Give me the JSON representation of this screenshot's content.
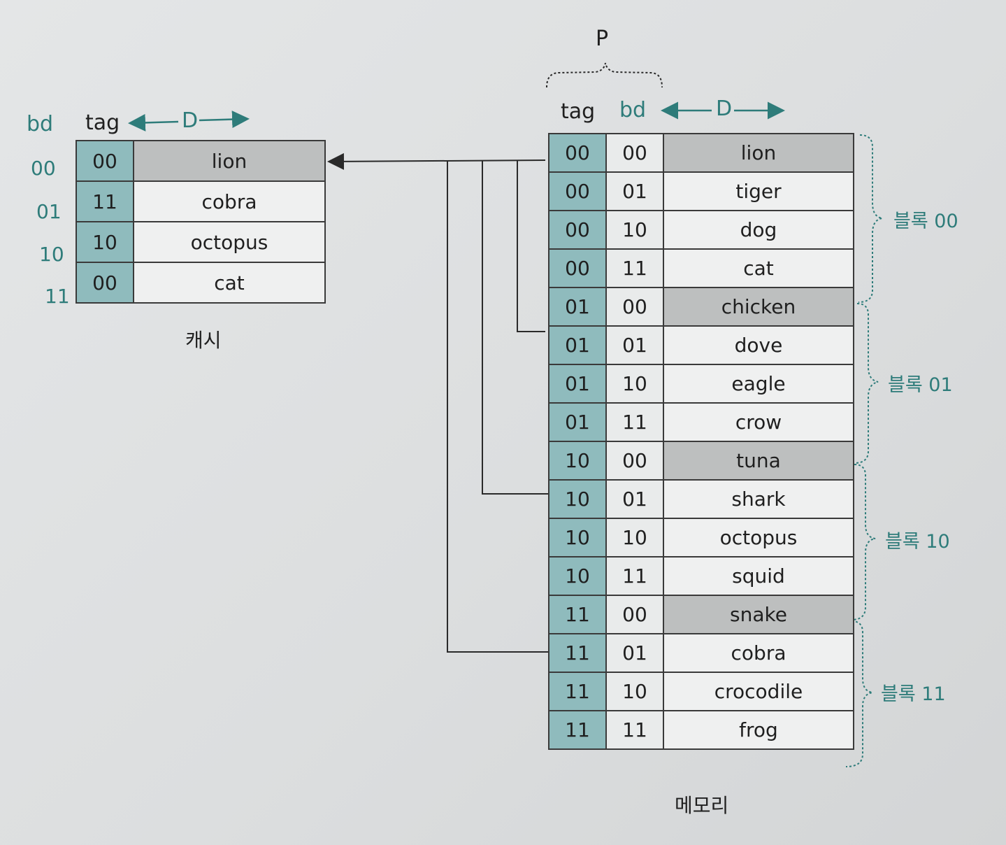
{
  "cache": {
    "header_bd": "bd",
    "header_tag": "tag",
    "header_d": "D",
    "label": "캐시",
    "rows": [
      {
        "bd": "00",
        "tag": "00",
        "word": "lion",
        "highlight": true
      },
      {
        "bd": "01",
        "tag": "11",
        "word": "cobra",
        "highlight": false
      },
      {
        "bd": "10",
        "tag": "10",
        "word": "octopus",
        "highlight": false
      },
      {
        "bd": "11",
        "tag": "00",
        "word": "cat",
        "highlight": false
      }
    ]
  },
  "memory": {
    "header_p": "P",
    "header_tag": "tag",
    "header_bd": "bd",
    "header_d": "D",
    "label": "메모리",
    "rows": [
      {
        "tag": "00",
        "bd": "00",
        "word": "lion",
        "highlight": true
      },
      {
        "tag": "00",
        "bd": "01",
        "word": "tiger",
        "highlight": false
      },
      {
        "tag": "00",
        "bd": "10",
        "word": "dog",
        "highlight": false
      },
      {
        "tag": "00",
        "bd": "11",
        "word": "cat",
        "highlight": false
      },
      {
        "tag": "01",
        "bd": "00",
        "word": "chicken",
        "highlight": true
      },
      {
        "tag": "01",
        "bd": "01",
        "word": "dove",
        "highlight": false
      },
      {
        "tag": "01",
        "bd": "10",
        "word": "eagle",
        "highlight": false
      },
      {
        "tag": "01",
        "bd": "11",
        "word": "crow",
        "highlight": false
      },
      {
        "tag": "10",
        "bd": "00",
        "word": "tuna",
        "highlight": true
      },
      {
        "tag": "10",
        "bd": "01",
        "word": "shark",
        "highlight": false
      },
      {
        "tag": "10",
        "bd": "10",
        "word": "octopus",
        "highlight": false
      },
      {
        "tag": "10",
        "bd": "11",
        "word": "squid",
        "highlight": false
      },
      {
        "tag": "11",
        "bd": "00",
        "word": "snake",
        "highlight": true
      },
      {
        "tag": "11",
        "bd": "01",
        "word": "cobra",
        "highlight": false
      },
      {
        "tag": "11",
        "bd": "10",
        "word": "crocodile",
        "highlight": false
      },
      {
        "tag": "11",
        "bd": "11",
        "word": "frog",
        "highlight": false
      }
    ],
    "blocks": [
      "블록 00",
      "블록 01",
      "블록 10",
      "블록 11"
    ]
  },
  "colors": {
    "teal_text": "#2e7c7a",
    "tag_cell": "#8fbbbd",
    "highlight_cell": "#bdbfbf",
    "line": "#3a3a3a"
  }
}
